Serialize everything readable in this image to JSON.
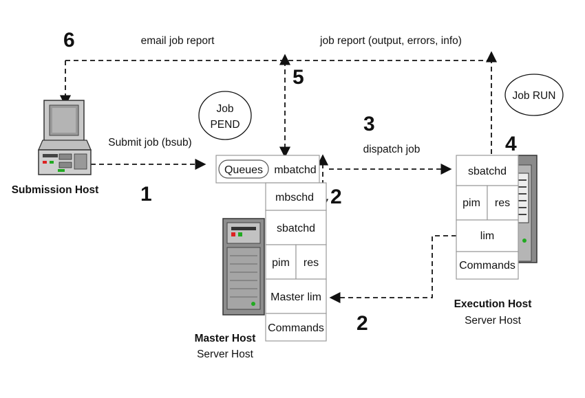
{
  "steps": {
    "s1": "1",
    "s2a": "2",
    "s2b": "2",
    "s3": "3",
    "s4": "4",
    "s5": "5",
    "s6": "6"
  },
  "edges": {
    "email": "email job report",
    "report": "job report (output, errors, info)",
    "submit": "Submit job (bsub)",
    "dispatch": "dispatch job"
  },
  "states": {
    "pend_line1": "Job",
    "pend_line2": "PEND",
    "run": "Job RUN"
  },
  "submission": {
    "title": "Submission Host"
  },
  "master": {
    "queues": "Queues",
    "mbatchd": "mbatchd",
    "mbschd": "mbschd",
    "sbatchd": "sbatchd",
    "pim": "pim",
    "res": "res",
    "lim": "Master lim",
    "commands": "Commands",
    "title": "Master Host",
    "subtitle": "Server Host"
  },
  "execution": {
    "sbatchd": "sbatchd",
    "pim": "pim",
    "res": "res",
    "lim": "lim",
    "commands": "Commands",
    "title": "Execution Host",
    "subtitle": "Server Host"
  }
}
